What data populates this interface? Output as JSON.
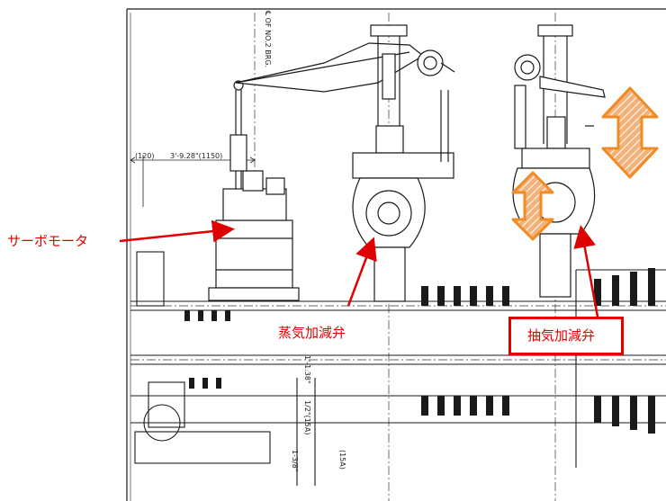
{
  "callouts": {
    "servo_motor": "サーボモータ",
    "steam_control_valve": "蒸気加減弁",
    "extraction_control_valve": "抽気加減弁"
  },
  "drawing_labels": {
    "centerline_ref": "℄ OF NO.2 BRG.",
    "dim_120": "(120)",
    "dim_main": "3'-9.28\"(1150)",
    "dim_left_1": "1'-1.38\"",
    "dim_left_2": "1/2\"(15A)",
    "dim_left_3": "1-3/8\"",
    "dim_left_4": "(15A)"
  },
  "colors": {
    "callout": "#e00000",
    "arrow_orange": "#f08a24",
    "line": "#1a1a1a"
  }
}
